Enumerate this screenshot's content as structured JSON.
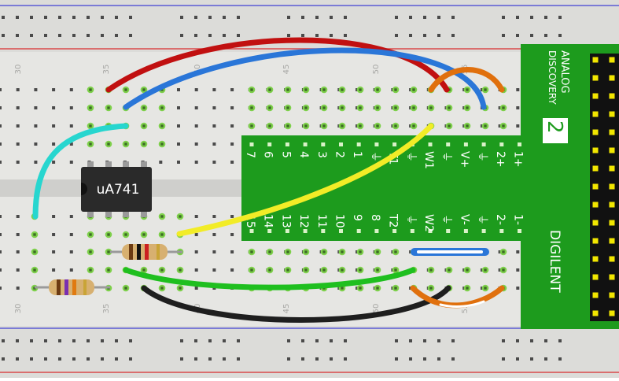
{
  "breadboard": {
    "column_numbers_top": [
      "30",
      "35",
      "40",
      "45",
      "50",
      "55"
    ],
    "column_numbers_bottom": [
      "30",
      "35",
      "40",
      "45",
      "50",
      "55"
    ]
  },
  "chip": {
    "label": "uA741"
  },
  "adapter": {
    "brand_line1": "ANALOG",
    "brand_line2": "DISCOVERY",
    "model_number": "2",
    "maker": "DIGILENT",
    "pins_top": [
      "7",
      "6",
      "5",
      "4",
      "3",
      "2",
      "1",
      "⏚",
      "T1",
      "⏚",
      "W1",
      "⏚",
      "V+",
      "⏚",
      "2+",
      "1+"
    ],
    "pins_bottom": [
      "15",
      "14",
      "13",
      "12",
      "11",
      "10",
      "9",
      "8",
      "T2",
      "⏚",
      "W2",
      "⏚",
      "V-",
      "⏚",
      "2-",
      "1-"
    ]
  },
  "colors": {
    "board": "#e6e6e3",
    "hole": "#4a4a4a",
    "hole_active": "#7ed04b",
    "rail_red": "#d94a4a",
    "rail_blue": "#5b5bd6",
    "adapter_green": "#1d9b1d",
    "wire_red": "#c11010",
    "wire_blue": "#2a76d8",
    "wire_cyan": "#27d6cf",
    "wire_yellow": "#f2ec27",
    "wire_green": "#1fbf1f",
    "wire_black": "#1e1e1e",
    "wire_orange": "#e0700d"
  }
}
